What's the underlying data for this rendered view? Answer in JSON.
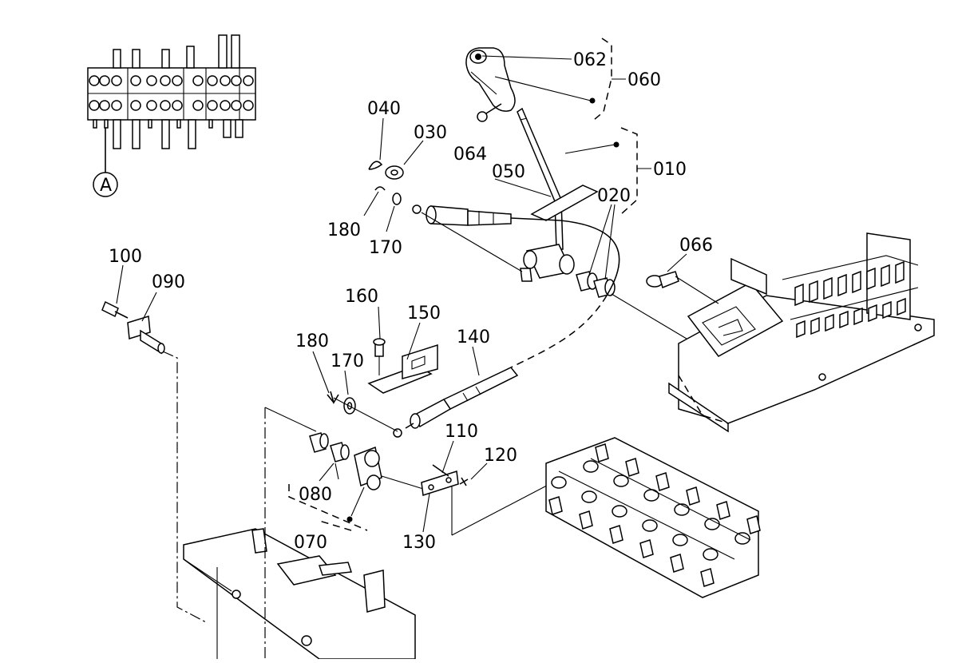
{
  "diagram": {
    "inset_marker": "A",
    "callouts": {
      "c062": "062",
      "c060": "060",
      "c064": "064",
      "c040": "040",
      "c030": "030",
      "c050": "050",
      "c010": "010",
      "c020": "020",
      "c180a": "180",
      "c170a": "170",
      "c066": "066",
      "c100": "100",
      "c090": "090",
      "c160": "160",
      "c150": "150",
      "c140": "140",
      "c180b": "180",
      "c170b": "170",
      "c110": "110",
      "c120": "120",
      "c080": "080",
      "c070": "070",
      "c130": "130"
    }
  }
}
